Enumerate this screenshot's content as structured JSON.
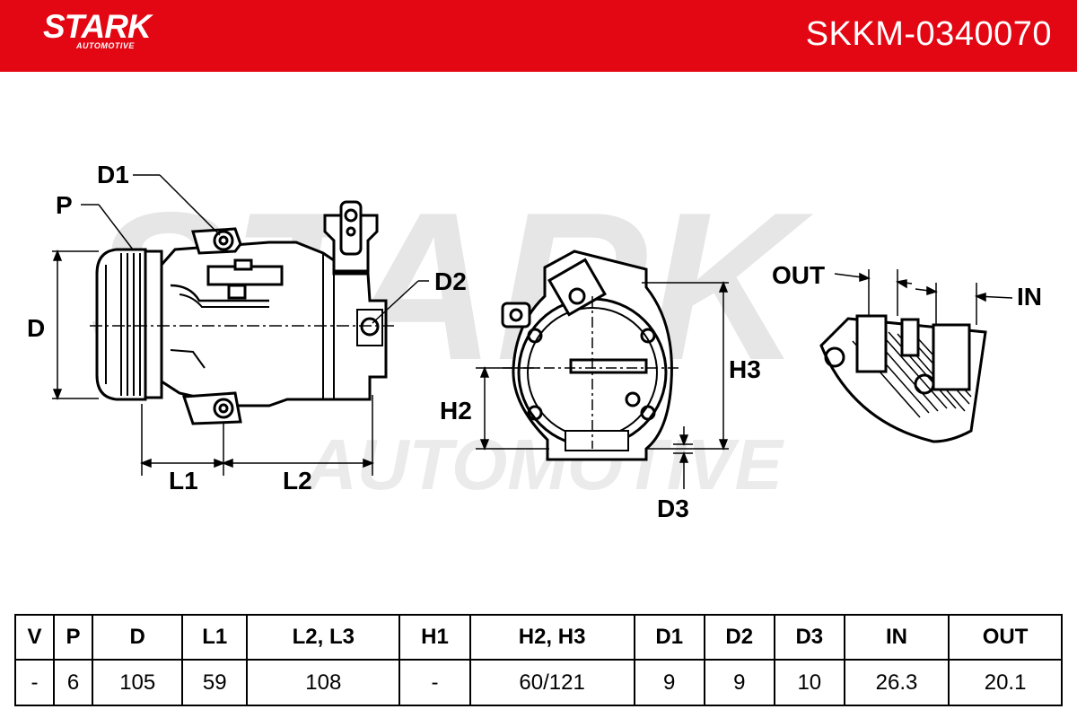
{
  "brand": {
    "name": "STARK",
    "sub": "AUTOMOTIVE",
    "watermark": "STARK",
    "watermark_sub": "AUTOMOTIVE"
  },
  "part_number": "SKKM-0340070",
  "colors": {
    "brand_red": "#e30613"
  },
  "labels": {
    "d1": "D1",
    "p": "P",
    "d": "D",
    "d2": "D2",
    "l1": "L1",
    "l2": "L2",
    "h2": "H2",
    "h3": "H3",
    "d3": "D3",
    "out": "OUT",
    "in": "IN"
  },
  "specs": {
    "headers": [
      "V",
      "P",
      "D",
      "L1",
      "L2, L3",
      "H1",
      "H2, H3",
      "D1",
      "D2",
      "D3",
      "IN",
      "OUT"
    ],
    "values": [
      "-",
      "6",
      "105",
      "59",
      "108",
      "-",
      "60/121",
      "9",
      "9",
      "10",
      "26.3",
      "20.1"
    ]
  }
}
